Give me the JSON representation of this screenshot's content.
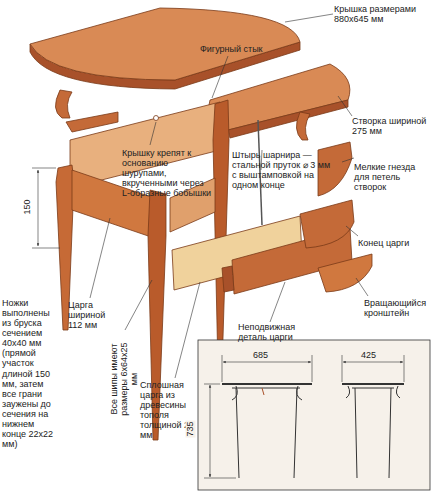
{
  "diagram": {
    "labels": [
      "Крышка размерами 880x645 мм",
      "Фигурный стык",
      "Створка шириной 275 мм",
      "Мелкие гнезда для петель створок",
      "Конец царги",
      "Вращающийся кронштейн",
      "Крышку крепят к основанию шурупами, вкрученными через L-образные бобышки",
      "Штырь шарнира — стальной пруток ⌀ 3 мм с выштамповкой на одном конце",
      "150",
      "Ножки выполнены из бруска сечением 40x40 мм (прямой участок длиной 150 мм, затем все грани заужены до сечения на нижнем конце 22x22 мм)",
      "Царга шириной 112 мм",
      "Все шипы имеют размеры 6x64x25 мм",
      "Сплошная царга из древесины тополя толщиной 20 мм",
      "Неподвижная деталь царги",
      "685",
      "425",
      "735"
    ]
  }
}
